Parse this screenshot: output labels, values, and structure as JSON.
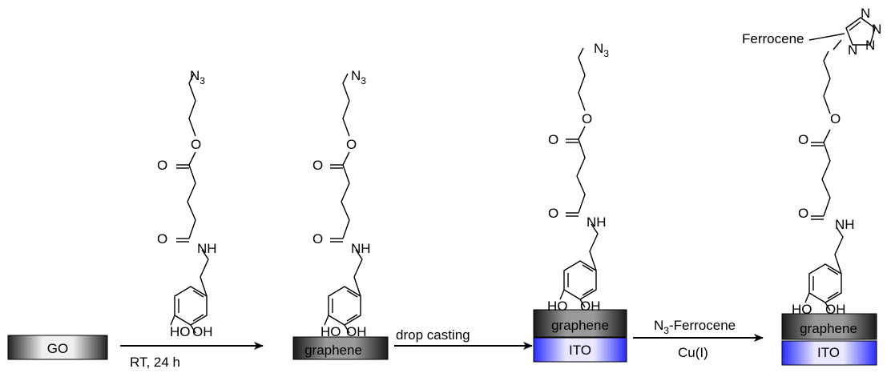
{
  "substrate_labels": {
    "go": "GO",
    "graphene": "graphene",
    "ito": "ITO"
  },
  "arrows": {
    "step1_below": "RT, 24 h",
    "step2_above": "drop casting",
    "step3_above_pre": "N",
    "step3_above_sub": "3",
    "step3_above_post": "-Ferrocene",
    "step3_below": "Cu(I)"
  },
  "molecule": {
    "azide_n": "N",
    "azide_sub": "3",
    "ester_o": "O",
    "carbonyl_o": "O",
    "amide_nh": "NH",
    "hydroxyl": "HO",
    "hydroxyl_right": "OH",
    "ferrocene": "Ferrocene",
    "triazole_n": "N"
  },
  "colors": {
    "ito_blue": "#3b3bff",
    "substrate_dark": "#222222",
    "substrate_light": "#eeeeee"
  }
}
